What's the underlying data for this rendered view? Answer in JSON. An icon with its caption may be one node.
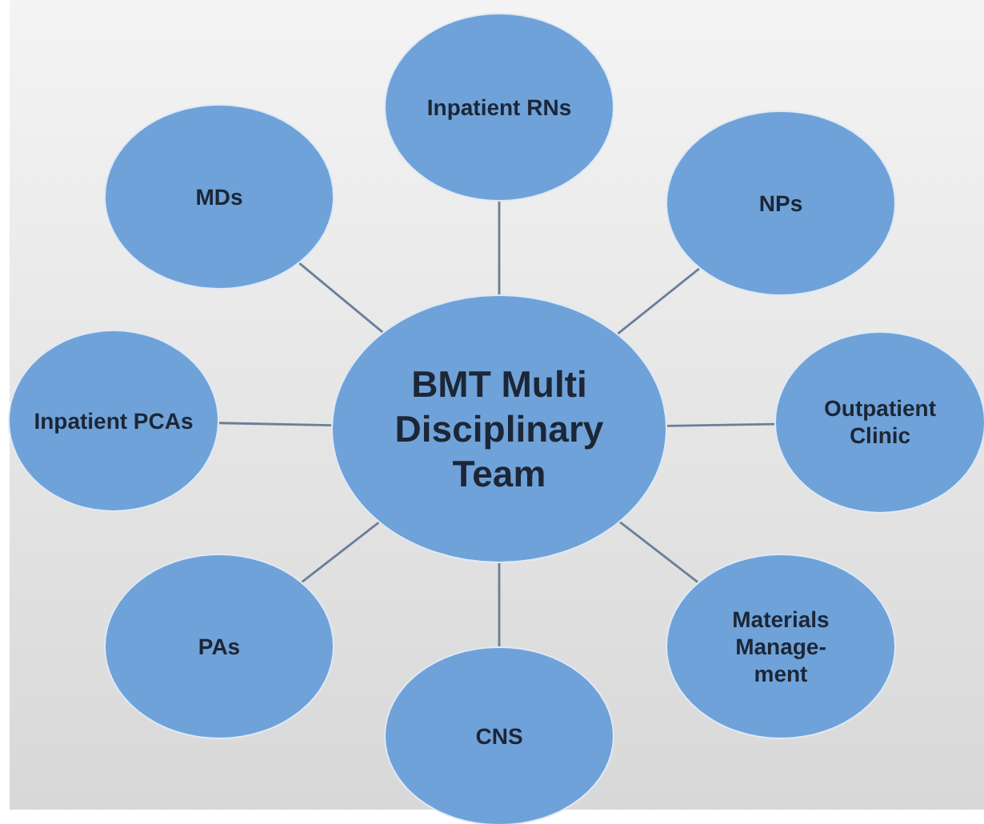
{
  "diagram": {
    "nodes": [
      {
        "text": [
          "Inpatient RNs"
        ]
      },
      {
        "text": [
          "MDs"
        ]
      },
      {
        "text": [
          "NPs"
        ]
      },
      {
        "text": [
          "Inpatient PCAs"
        ]
      },
      {
        "text": [
          "BMT Multi Disciplinary Team"
        ]
      },
      {
        "text": [
          "Outpatient Clinic"
        ]
      },
      {
        "text": [
          "PAs"
        ]
      },
      {
        "text": [
          "Materials Manage- ment"
        ]
      },
      {
        "text": [
          "CNS"
        ]
      }
    ],
    "edges": [
      {
        "from": 4,
        "to": 0,
        "arrow": "none"
      },
      {
        "from": 4,
        "to": 1,
        "arrow": "none"
      },
      {
        "from": 4,
        "to": 2,
        "arrow": "none"
      },
      {
        "from": 4,
        "to": 3,
        "arrow": "none"
      },
      {
        "from": 4,
        "to": 5,
        "arrow": "none"
      },
      {
        "from": 4,
        "to": 6,
        "arrow": "none"
      },
      {
        "from": 4,
        "to": 7,
        "arrow": "none"
      },
      {
        "from": 4,
        "to": 8,
        "arrow": "none"
      }
    ]
  }
}
